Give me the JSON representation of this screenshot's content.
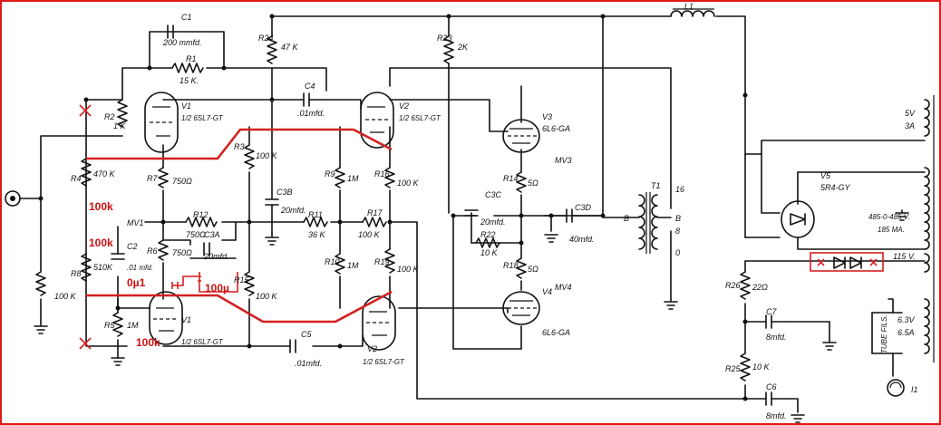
{
  "labels": {
    "c1": "C1",
    "c1_val": "200 mmfd.",
    "r1": "R1",
    "r1_val": "15 K.",
    "r2": "R2",
    "r2_val": "1 K",
    "r24": "R24",
    "r24_val": "47 K",
    "r23": "R23",
    "r23_val": "2K",
    "l1": "L1",
    "v1_top": "V1",
    "v1_top_type": "1/2 6SL7-GT",
    "v2_top": "V2",
    "v2_top_type": "1/2 6SL7-GT",
    "v3": "V3",
    "v3_type": "6L6-GA",
    "mv3": "MV3",
    "v4": "V4",
    "v4_type": "6L6-GA",
    "mv4": "MV4",
    "v5": "V5",
    "v5_type": "5R4-GY",
    "v1_bot": "V1",
    "v1_bot_type": "1/2 6SL7-GT",
    "v2_bot": "V2",
    "v2_bot_type": "1/2 6SL7-GT",
    "c4": "C4",
    "c4_val": ".01mfd.",
    "c5": "C5",
    "c5_val": ".01mfd.",
    "c3b": "C3B",
    "c3b_val": "20mfd.",
    "c3c": "C3C",
    "c3c_val": "20mfd.",
    "c3a": "C3A",
    "c3a_val": "20mfd.",
    "c2": "C2",
    "c2_val": ".01 mfd.",
    "c6": "C6",
    "c6_val": "8mfd.",
    "c7": "C7",
    "c7_val": "8mfd.",
    "c3d": "C3D",
    "c3d_val": "40mfd.",
    "r3": "R3",
    "r3_val": "100 K",
    "r4": "R4",
    "r4_val": "470 K",
    "r5": "R5",
    "r5_val": "1M",
    "r6": "R6",
    "r6_val": "750Ω",
    "r7": "R7",
    "r7_val": "750Ω",
    "r8": "R8",
    "r8_val": "510K",
    "r9": "R9",
    "r9_val": "1M",
    "r10": "R10",
    "r10_val": "1M",
    "r11": "R11",
    "r11_val": "36 K",
    "r12": "R12",
    "r12_val": "750Ω",
    "r14": "R14",
    "r14_val": "5Ω",
    "r15": "R15",
    "r15_val": "100 K",
    "r16": "R16",
    "r16_val": "100 K",
    "r17": "R17",
    "r17_val": "100 K",
    "r18": "R18",
    "r18_val": "5Ω",
    "r19": "R19",
    "r19_val": "100 K",
    "r22": "R22",
    "r22_val": "10 K",
    "r25": "R25",
    "r25_val": "10 K",
    "r26": "R26",
    "r26_val": "22Ω",
    "r_in": "100 K",
    "mv1": "MV1",
    "t1": "T1",
    "t_16": "16",
    "t_b": "B",
    "t_8": "8",
    "t_0": "0",
    "pt_5v": "5V",
    "pt_3a": "3A",
    "pt_hv": "485-0-485 V.",
    "pt_ma": "185 MA.",
    "pt_115": "115 V.",
    "pt_63": "6.3V",
    "pt_65": "6.5A",
    "tube_fils": "TUBE FILS.",
    "i1": "I1",
    "ann_100k_a": "100k",
    "ann_100k_b": "100k",
    "ann_0u1": "0µ1",
    "ann_100u": "100µ",
    "ann_100k_c": "100k"
  }
}
